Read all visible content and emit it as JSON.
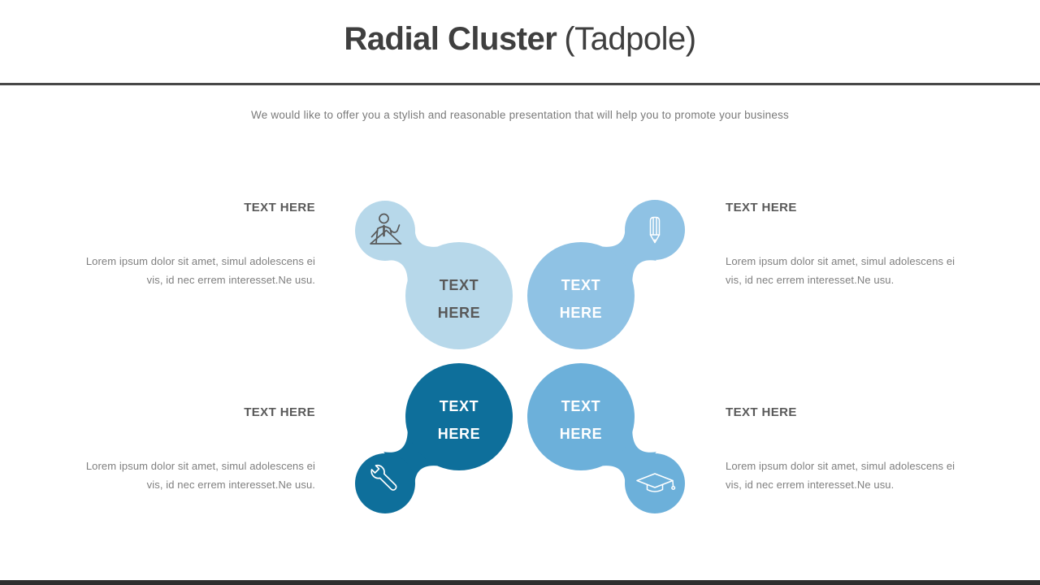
{
  "header": {
    "title_bold": "Radial Cluster",
    "title_regular": "(Tadpole)",
    "subtitle": "We would like to offer you a stylish and reasonable presentation that will help you to promote your business"
  },
  "clusters": [
    {
      "name": "top-left",
      "icon": "presenter-icon",
      "color": "#b7d8ea",
      "label_color": "#595959",
      "icon_color": "#595959",
      "label_line1": "TEXT",
      "label_line2": "HERE"
    },
    {
      "name": "top-right",
      "icon": "pencil-icon",
      "color": "#8fc2e4",
      "label_color": "#ffffff",
      "icon_color": "#ffffff",
      "label_line1": "TEXT",
      "label_line2": "HERE"
    },
    {
      "name": "bottom-left",
      "icon": "wrench-icon",
      "color": "#0e6f9b",
      "label_color": "#ffffff",
      "icon_color": "#ffffff",
      "label_line1": "TEXT",
      "label_line2": "HERE"
    },
    {
      "name": "bottom-right",
      "icon": "graduation-cap-icon",
      "color": "#6cb0da",
      "label_color": "#ffffff",
      "icon_color": "#ffffff",
      "label_line1": "TEXT",
      "label_line2": "HERE"
    }
  ],
  "text_blocks": [
    {
      "position": "top-left",
      "heading": "TEXT HERE",
      "body_line1": "Lorem ipsum dolor sit amet, simul adolescens ei",
      "body_line2": "vis, id nec errem interesset.Ne usu."
    },
    {
      "position": "top-right",
      "heading": "TEXT HERE",
      "body_line1": "Lorem ipsum dolor sit amet, simul adolescens ei",
      "body_line2": "vis, id nec errem interesset.Ne usu."
    },
    {
      "position": "bottom-left",
      "heading": "TEXT HERE",
      "body_line1": "Lorem ipsum dolor sit amet, simul adolescens ei",
      "body_line2": "vis, id nec errem interesset.Ne usu."
    },
    {
      "position": "bottom-right",
      "heading": "TEXT HERE",
      "body_line1": "Lorem ipsum dolor sit amet, simul adolescens ei",
      "body_line2": "vis, id nec errem interesset.Ne usu."
    }
  ],
  "colors": {
    "title_text": "#3f3f3f",
    "subtitle_text": "#7a7a7a",
    "heading_text": "#595959",
    "body_text": "#7f7f7f",
    "divider": "#484848",
    "footer_bar": "#2e2e2e"
  }
}
